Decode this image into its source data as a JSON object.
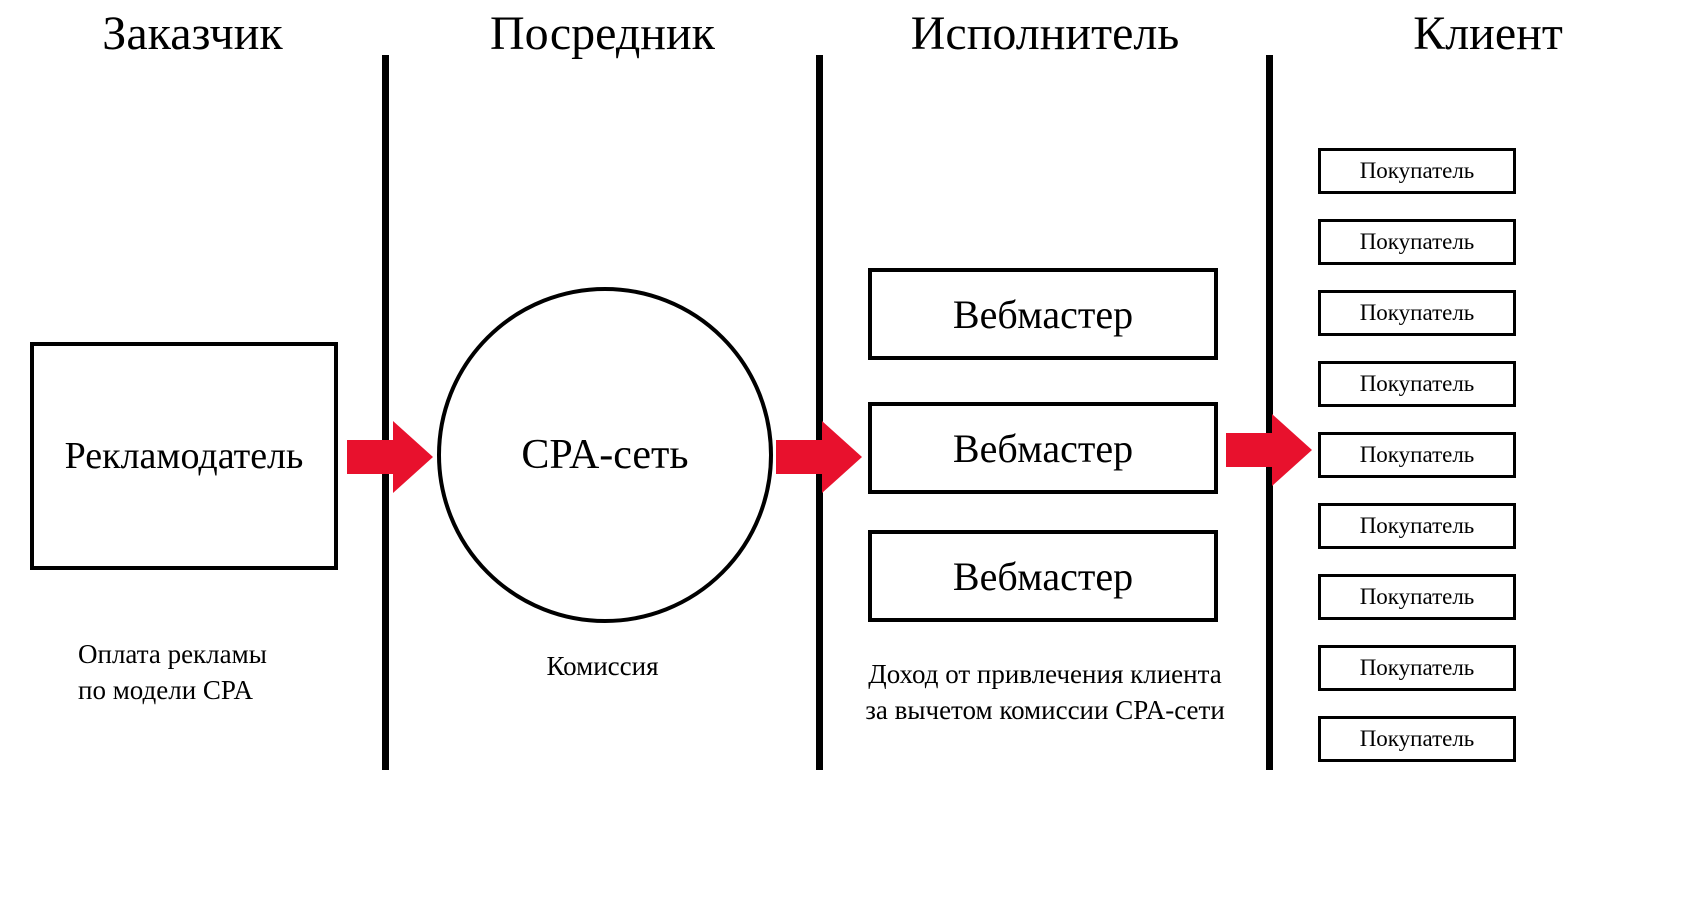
{
  "diagram": {
    "columns": {
      "customer": {
        "header": "Заказчик",
        "advertiser": "Рекламодатель",
        "caption": "Оплата рекламы\nпо модели CPA"
      },
      "intermediary": {
        "header": "Посредник",
        "network": "CPA-сеть",
        "caption": "Комиссия"
      },
      "executor": {
        "header": "Исполнитель",
        "webmasters": [
          "Вебмастер",
          "Вебмастер",
          "Вебмастер"
        ],
        "caption": "Доход от привлечения клиента\nза вычетом комиссии CPA-сети"
      },
      "client": {
        "header": "Клиент",
        "buyers": [
          "Покупатель",
          "Покупатель",
          "Покупатель",
          "Покупатель",
          "Покупатель",
          "Покупатель",
          "Покупатель",
          "Покупатель",
          "Покупатель"
        ]
      }
    },
    "colors": {
      "arrow": "#e8112d",
      "line": "#000000"
    }
  }
}
